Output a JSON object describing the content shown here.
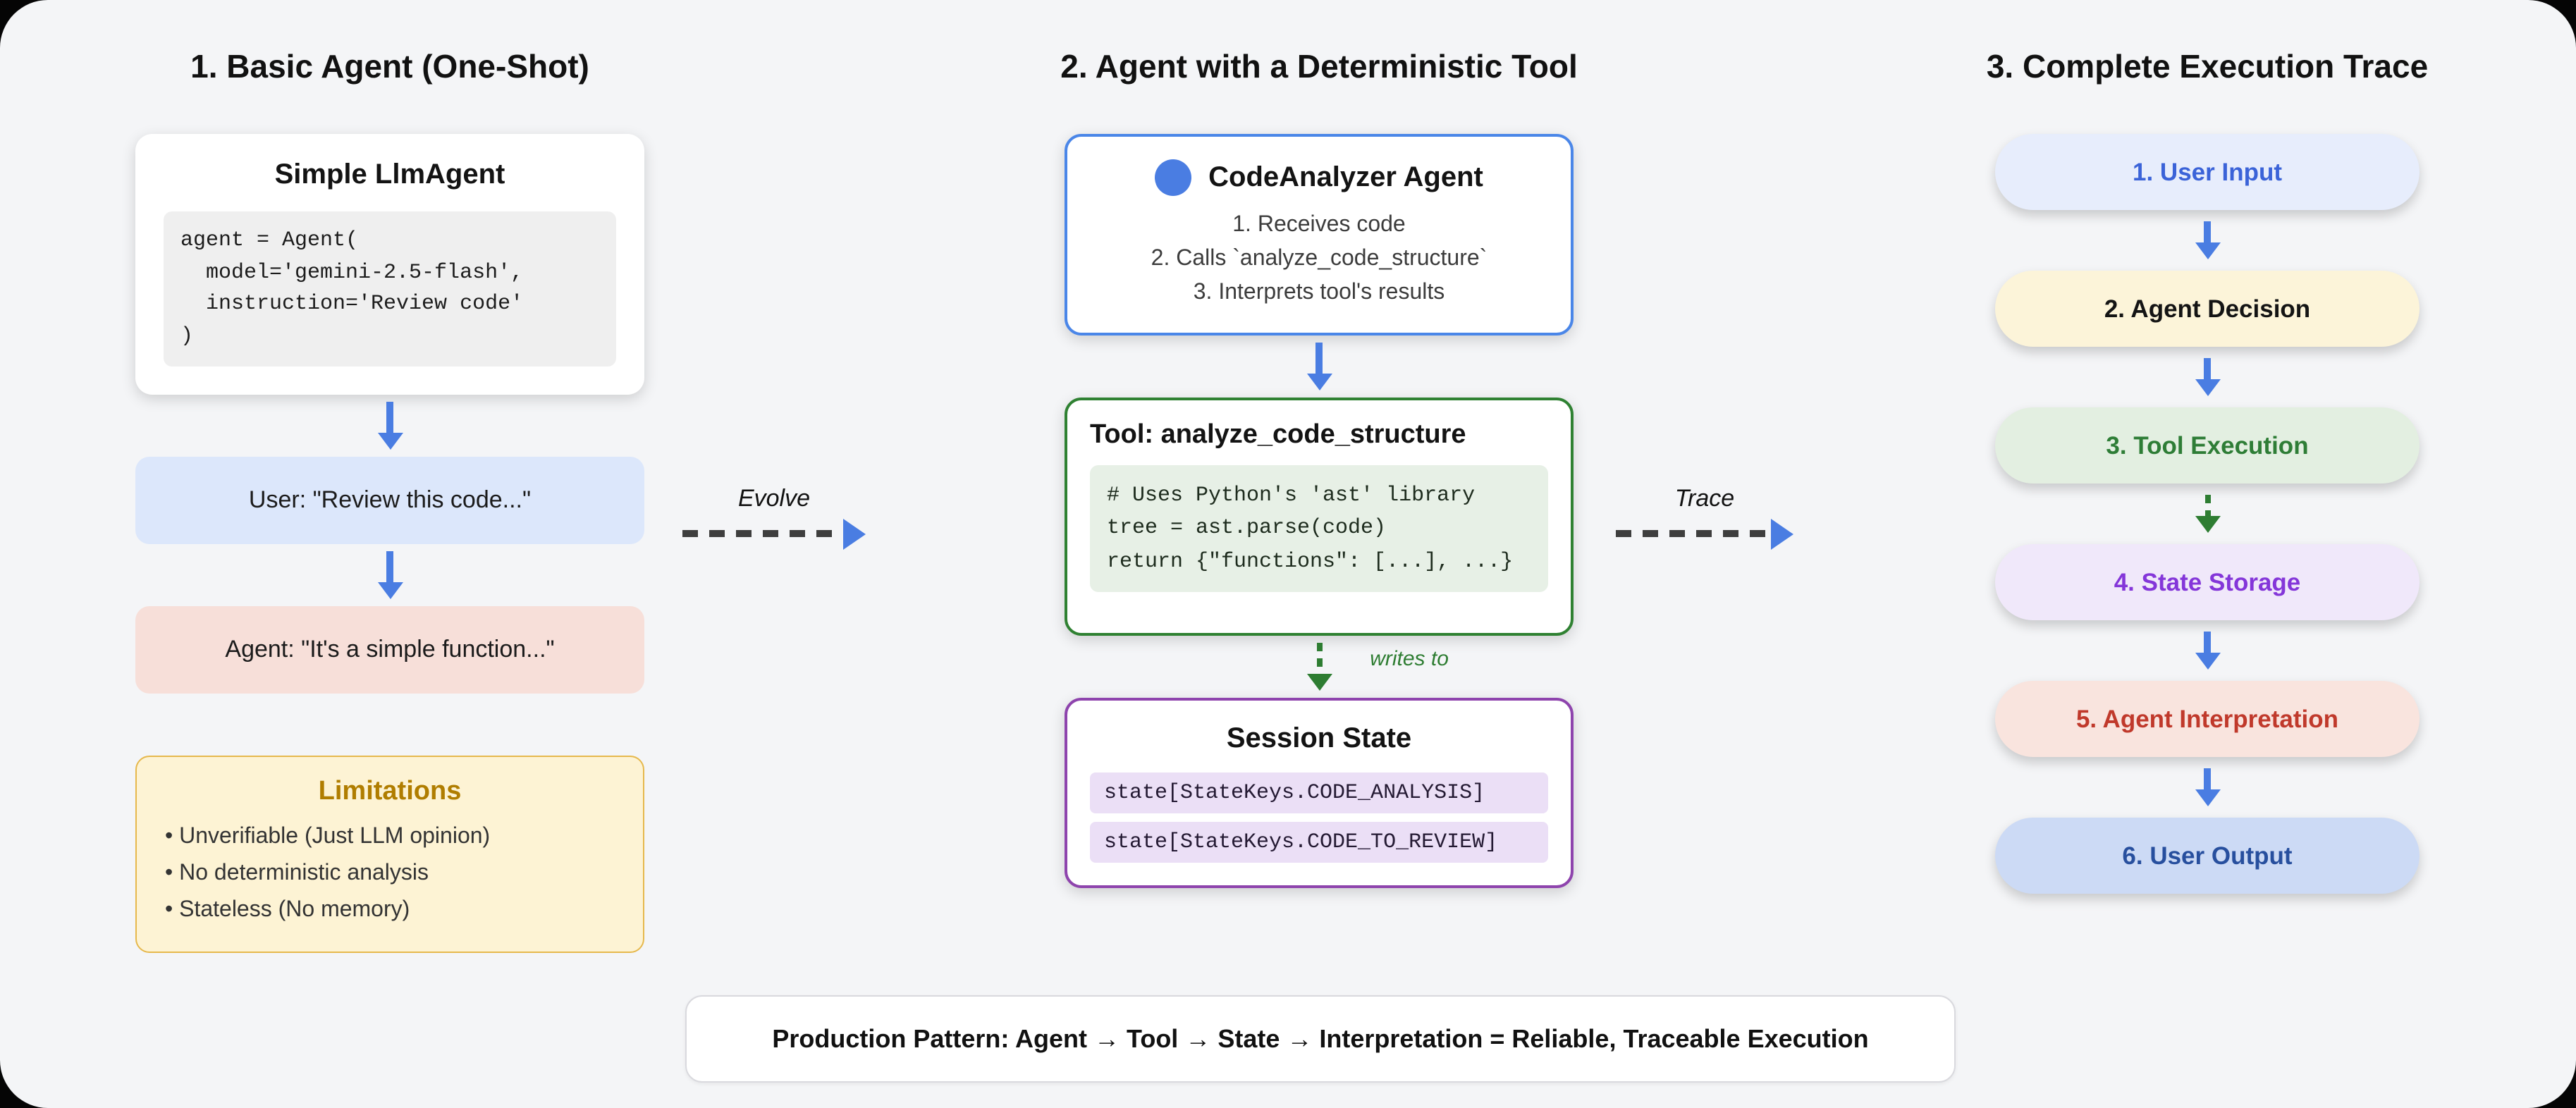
{
  "col1": {
    "heading": "1. Basic Agent (One-Shot)",
    "agent_card": {
      "title": "Simple LlmAgent",
      "code": "agent = Agent(\n  model='gemini-2.5-flash',\n  instruction='Review code'\n)"
    },
    "user_bubble": "User: \"Review this code...\"",
    "agent_bubble": "Agent: \"It's a simple function...\"",
    "limitations": {
      "title": "Limitations",
      "items": [
        "Unverifiable (Just LLM opinion)",
        "No deterministic analysis",
        "Stateless (No memory)"
      ]
    }
  },
  "col2": {
    "heading": "2. Agent with a Deterministic Tool",
    "agent_card": {
      "title": "CodeAnalyzer Agent",
      "steps": [
        "1. Receives code",
        "2. Calls `analyze_code_structure`",
        "3. Interprets tool's results"
      ]
    },
    "tool_card": {
      "title": "Tool: analyze_code_structure",
      "code": "# Uses Python's 'ast' library\ntree = ast.parse(code)\nreturn {\"functions\": [...], ...}"
    },
    "writes_to": "writes to",
    "state_card": {
      "title": "Session State",
      "lines": [
        "state[StateKeys.CODE_ANALYSIS]",
        "state[StateKeys.CODE_TO_REVIEW]"
      ]
    }
  },
  "col3": {
    "heading": "3. Complete Execution Trace",
    "pills": [
      {
        "label": "1. User Input",
        "bg": "#e7edfc",
        "fg": "#3b63d8"
      },
      {
        "label": "2. Agent Decision",
        "bg": "#fcf4d9",
        "fg": "#141414"
      },
      {
        "label": "3. Tool Execution",
        "bg": "#e3efe1",
        "fg": "#2e7d36"
      },
      {
        "label": "4. State Storage",
        "bg": "#f0e8fa",
        "fg": "#8436d9"
      },
      {
        "label": "5. Agent Interpretation",
        "bg": "#f9e4de",
        "fg": "#c0392b"
      },
      {
        "label": "6. User Output",
        "bg": "#ccdaf5",
        "fg": "#274f9e"
      }
    ]
  },
  "connectors": {
    "evolve": "Evolve",
    "trace": "Trace"
  },
  "footer": "Production Pattern: Agent → Tool → State → Interpretation = Reliable, Traceable Execution",
  "colors": {
    "canvas_background": "#f4f5f7",
    "arrow_blue": "#4a7de2",
    "arrow_green": "#2e7d32",
    "agent_card_border": "#4a86e8",
    "tool_card_border": "#2f8132",
    "state_card_border": "#8e44ad",
    "limitations_border": "#e6b84c",
    "limitations_title": "#b07d00",
    "user_bubble_bg": "#dce7fb",
    "agent_bubble_bg": "#f7dfd9"
  },
  "icons": {
    "agent-circle-icon": "filled-blue-circle",
    "arrow-down-icon": "solid-blue-down-arrow",
    "dashed-arrow-down-icon": "dashed-green-down-arrow",
    "evolve-arrow-icon": "dashed-right-arrow-blue-head",
    "trace-arrow-icon": "dashed-right-arrow-blue-head"
  }
}
